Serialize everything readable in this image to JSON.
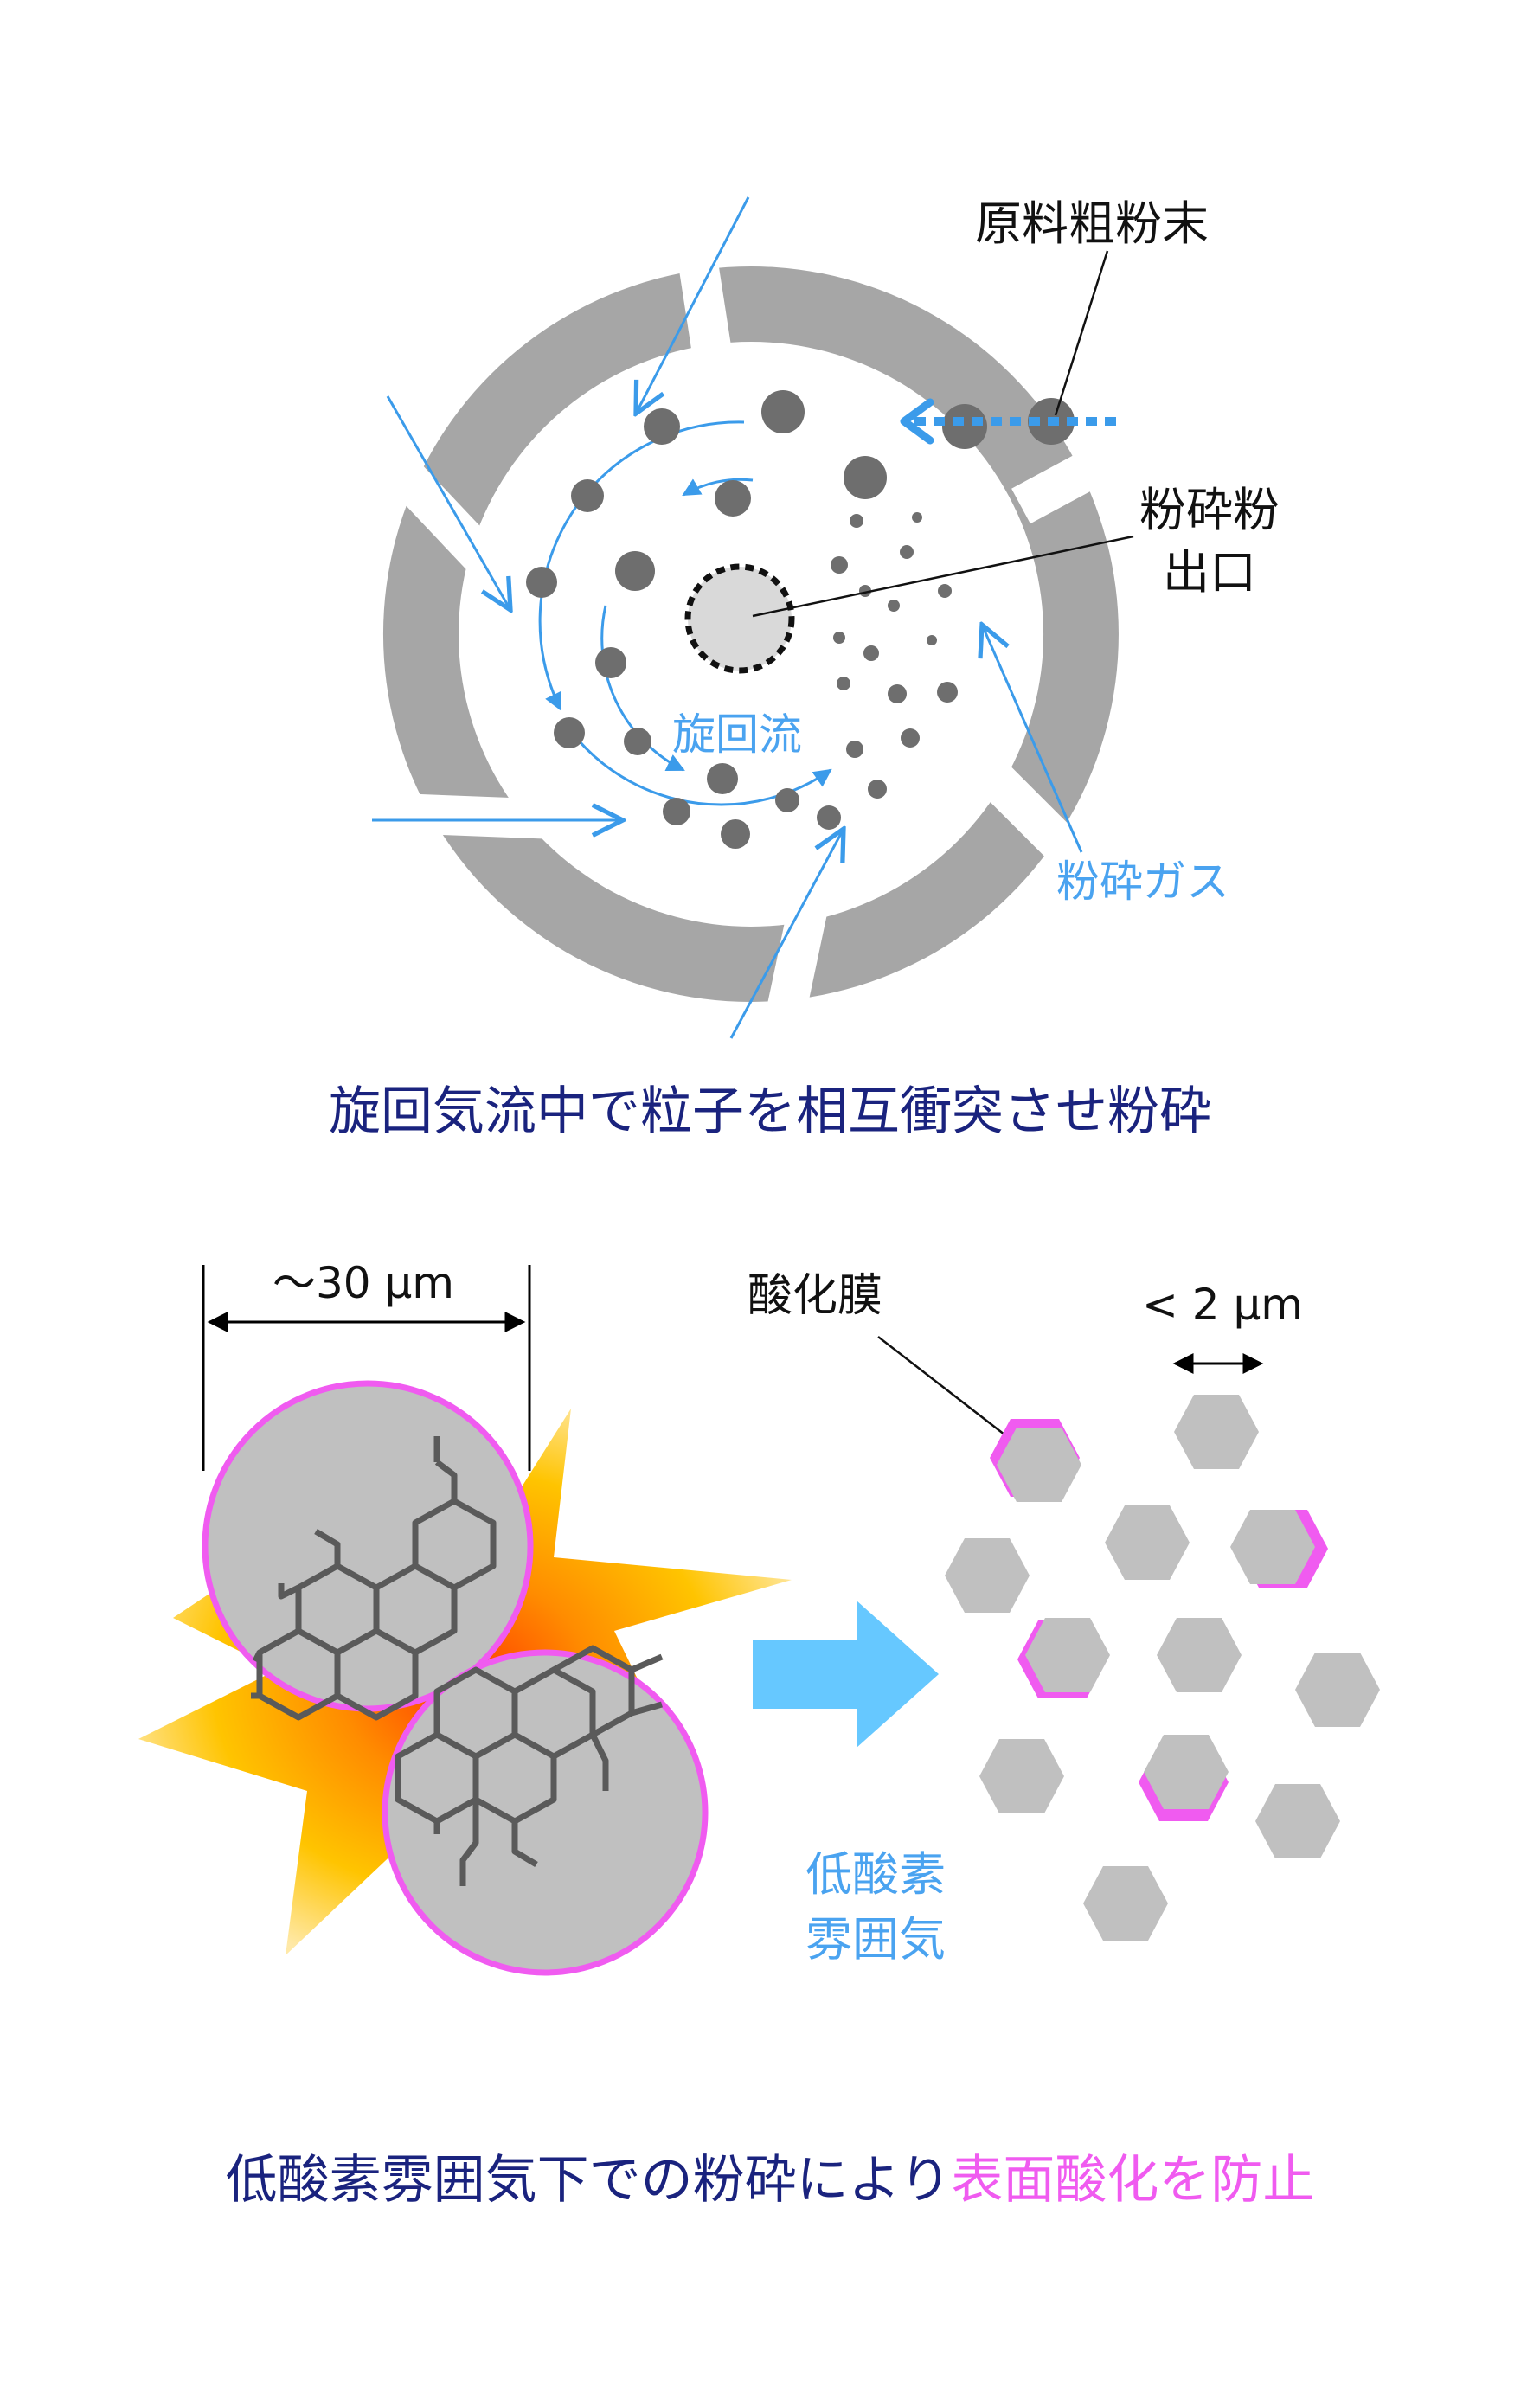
{
  "top": {
    "label_raw_powder": "原料粗粉末",
    "label_outlet_line1": "粉砕粉",
    "label_outlet_line2": "出口",
    "label_swirl": "旋回流",
    "label_gas": "粉砕ガス",
    "caption": "旋回気流中で粒子を相互衝突させ粉砕"
  },
  "bottom": {
    "label_size_large": "～30 μm",
    "label_oxide_film": "酸化膜",
    "label_size_small": "< 2 μm",
    "label_atmosphere_line1": "低酸素",
    "label_atmosphere_line2": "雰囲気",
    "caption_part1": "低酸素雰囲気下での粉砕により",
    "caption_part2": "表面酸化を防止"
  },
  "colors": {
    "ring_gray": "#a6a6a6",
    "particle_dark": "#6e6e6e",
    "flow_blue": "#3b9bea",
    "caption_navy": "#1a237e",
    "label_blue": "#4aa3f0",
    "oxide_pink": "#f05bf0",
    "particle_light": "#c0c0c0",
    "arrow_cyan": "#66c8ff"
  }
}
